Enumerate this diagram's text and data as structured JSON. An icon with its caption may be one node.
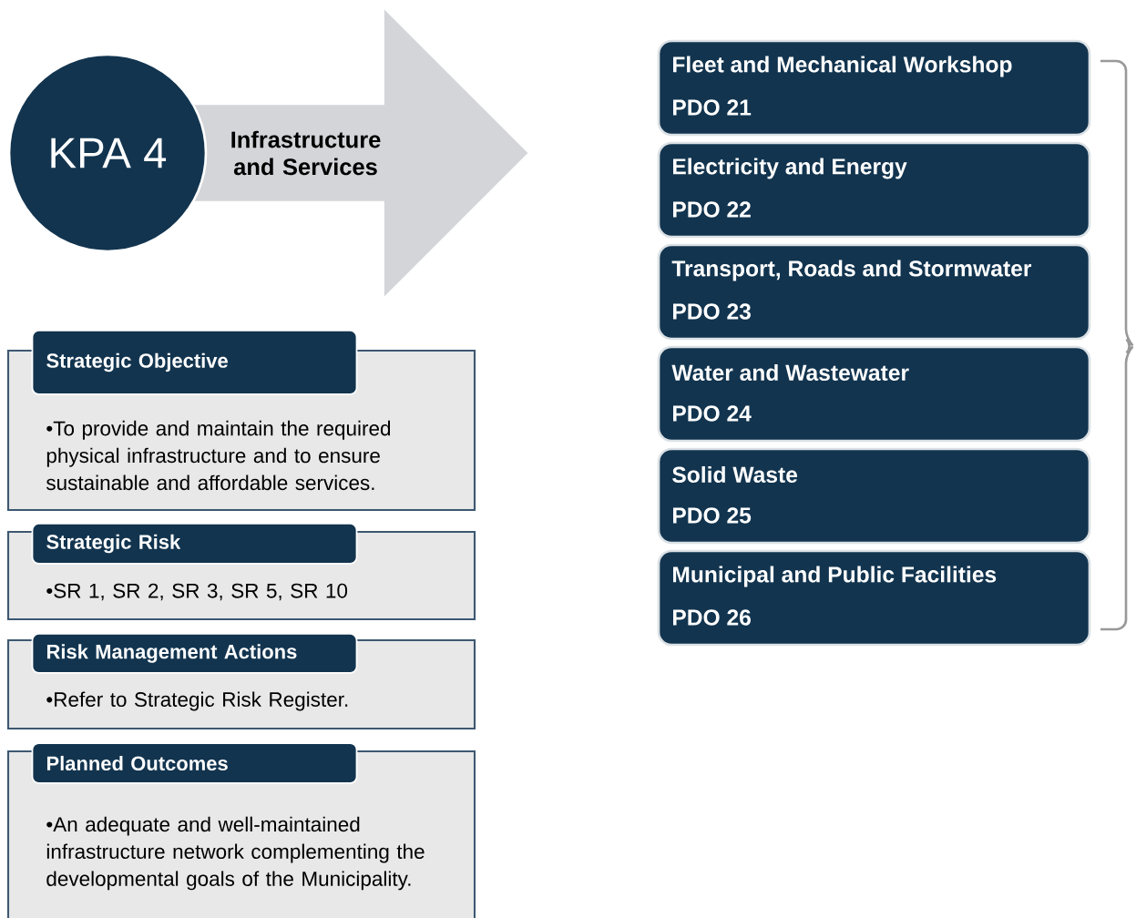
{
  "diagram": {
    "nodes": [
      {
        "text": [
          "KPA 4"
        ]
      },
      {
        "text": [
          "Infrastructure and Services"
        ]
      },
      {
        "text": [
          "Strategic Objective",
          "•To provide and maintain the required physical infrastructure and to ensure sustainable and affordable services."
        ]
      },
      {
        "text": [
          "Strategic Risk",
          "•SR 1, SR 2, SR 3, SR 5, SR 10"
        ]
      },
      {
        "text": [
          "Risk Management Actions",
          "•Refer to Strategic Risk Register."
        ]
      },
      {
        "text": [
          "Planned Outcomes",
          "•An adequate and well-maintained infrastructure network complementing the developmental goals of the Municipality."
        ]
      },
      {
        "text": [
          "Fleet and Mechanical Workshop",
          "PDO 21"
        ]
      },
      {
        "text": [
          "Electricity and Energy",
          "PDO 22"
        ]
      },
      {
        "text": [
          "Transport, Roads and Stormwater",
          "PDO 23"
        ]
      },
      {
        "text": [
          "Water and Wastewater",
          "PDO 24"
        ]
      },
      {
        "text": [
          "Solid Waste",
          "PDO 25"
        ]
      },
      {
        "text": [
          "Municipal and Public Facilities",
          "PDO 26"
        ]
      }
    ]
  }
}
